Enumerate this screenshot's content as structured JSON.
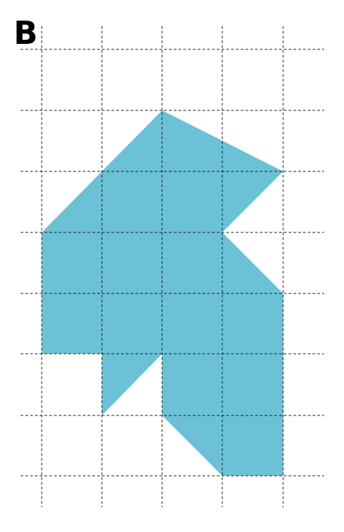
{
  "figure": {
    "panel_label": "B",
    "shape_color": "#6bc1d6",
    "grid_color": "#1a1a1a",
    "background_color": "#ffffff"
  },
  "grid": {
    "columns": 5,
    "rows": 8
  },
  "shape": {
    "description_vertices_grid_units": [
      [
        2,
        1
      ],
      [
        4,
        2
      ],
      [
        3,
        3
      ],
      [
        4,
        4
      ],
      [
        4,
        7
      ],
      [
        3,
        7
      ],
      [
        2,
        6
      ],
      [
        2,
        5
      ],
      [
        1,
        6
      ],
      [
        1,
        5
      ],
      [
        0,
        5
      ],
      [
        0,
        3
      ]
    ]
  }
}
